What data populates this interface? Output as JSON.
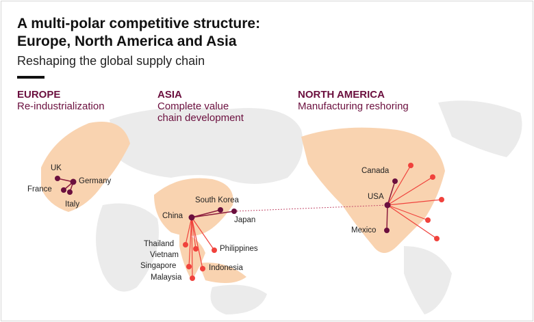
{
  "header": {
    "title_line1": "A multi-polar competitive structure:",
    "title_line2": "Europe, North America and Asia",
    "subtitle": "Reshaping the global supply chain"
  },
  "regions": [
    {
      "name": "EUROPE",
      "theme": "Re-industrialization"
    },
    {
      "name": "ASIA",
      "theme_line1": "Complete value",
      "theme_line2": "chain development"
    },
    {
      "name": "NORTH AMERICA",
      "theme": "Manufacturing reshoring"
    }
  ],
  "countries": {
    "uk": "UK",
    "germany": "Germany",
    "france": "France",
    "italy": "Italy",
    "china": "China",
    "south_korea": "South Korea",
    "japan": "Japan",
    "thailand": "Thailand",
    "vietnam": "Vietnam",
    "philippines": "Philippines",
    "singapore": "Singapore",
    "indonesia": "Indonesia",
    "malaysia": "Malaysia",
    "canada": "Canada",
    "usa": "USA",
    "mexico": "Mexico"
  },
  "colors": {
    "hub": "#6b0f3e",
    "spoke": "#f0423c",
    "land": "#e9e9e9",
    "highlight": "#f9d3b0",
    "accent_text": "#6b0f3e"
  }
}
